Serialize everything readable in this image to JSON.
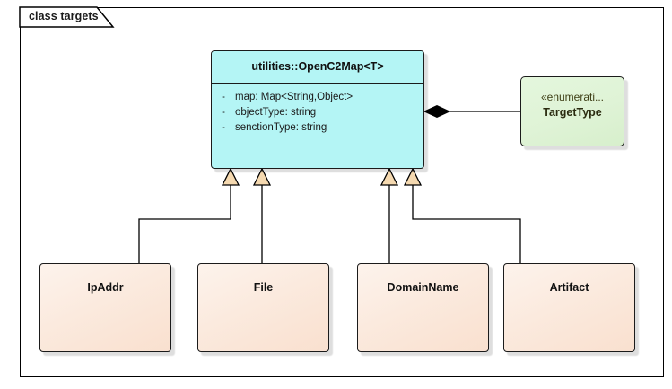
{
  "diagram": {
    "frame_label": "class targets",
    "background": "#ffffff",
    "border_color": "#000000"
  },
  "main_class": {
    "name": "utilities::OpenC2Map<T>",
    "fill": "#b4f5f5",
    "attributes": [
      {
        "visibility": "-",
        "text": "map: Map<String,Object>"
      },
      {
        "visibility": "-",
        "text": "objectType: string"
      },
      {
        "visibility": "-",
        "text": "senctionType: string"
      }
    ]
  },
  "enumeration": {
    "stereotype": "«enumerati...",
    "name": "TargetType",
    "fill": "#dff3d6"
  },
  "subclasses": [
    {
      "name": "IpAddr"
    },
    {
      "name": "File"
    },
    {
      "name": "DomainName"
    },
    {
      "name": "Artifact"
    }
  ],
  "relationships": {
    "composition": {
      "type": "composition",
      "marker": "filled-diamond"
    },
    "generalizations": {
      "type": "generalization",
      "marker": "hollow-triangle",
      "count": 4
    }
  },
  "colors": {
    "class_fill": "#b4f5f5",
    "enum_fill": "#dff3d6",
    "subclass_fill": "#fbeade",
    "triangle_fill": "#f5d9b0",
    "line": "#000000"
  }
}
